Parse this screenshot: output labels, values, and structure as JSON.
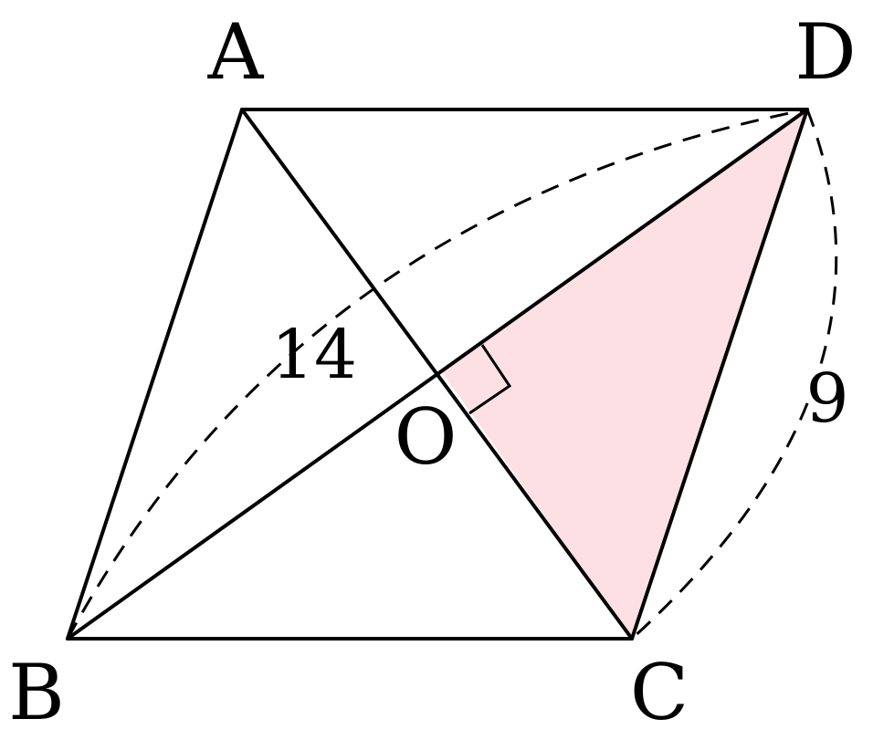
{
  "points": {
    "A": "A",
    "B": "B",
    "C": "C",
    "D": "D",
    "O": "O"
  },
  "measurements": {
    "bd": "14",
    "cd": "9"
  },
  "colors": {
    "shaded_triangle": "#fde0e4",
    "lines": "#000000"
  }
}
